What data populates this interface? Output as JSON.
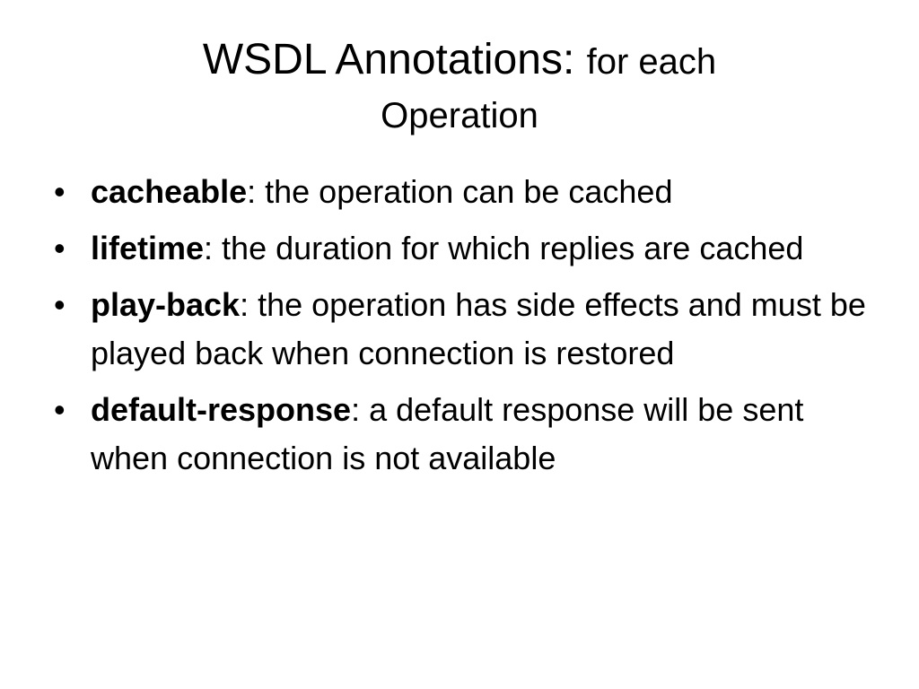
{
  "slide": {
    "title_main": "WSDL Annotations:",
    "title_rest": "for each",
    "title_line2": "Operation",
    "bullet_glyph": "•",
    "items": [
      {
        "term": "cacheable",
        "text": ": the operation can be cached"
      },
      {
        "term": "lifetime",
        "text": ": the duration for which replies are cached"
      },
      {
        "term": "play-back",
        "text": ": the operation has side effects and must be played back when connection is restored"
      },
      {
        "term": "default-response",
        "text": ": a default response will be sent when connection is not available"
      }
    ]
  }
}
